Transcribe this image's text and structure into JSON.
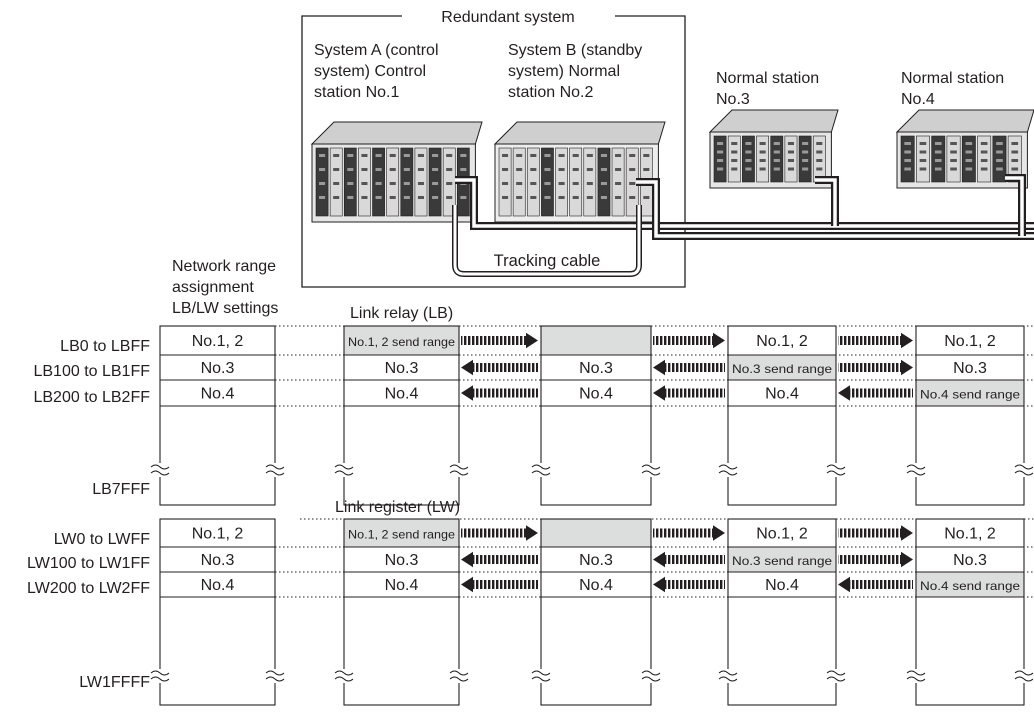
{
  "redundant_label": "Redundant system",
  "stations": [
    {
      "lines": [
        "System A (control",
        "system) Control",
        "station No.1"
      ]
    },
    {
      "lines": [
        "System B (standby",
        "system) Normal",
        "station No.2"
      ]
    },
    {
      "lines": [
        "Normal station",
        "No.3"
      ]
    },
    {
      "lines": [
        "Normal station",
        "No.4"
      ]
    }
  ],
  "tracking_cable_label": "Tracking cable",
  "assignment_header": [
    "Network range",
    "assignment",
    "LB/LW settings"
  ],
  "link_relay_label": "Link relay (LB)",
  "link_register_label": "Link register (LW)",
  "lb_ranges": [
    "LB0 to LBFF",
    "LB100 to LB1FF",
    "LB200 to LB2FF"
  ],
  "lb_end": "LB7FFF",
  "lw_ranges": [
    "LW0 to LWFF",
    "LW100 to LW1FF",
    "LW200 to LW2FF"
  ],
  "lw_end": "LW1FFFF",
  "assignment_cells": [
    "No.1, 2",
    "No.3",
    "No.4"
  ],
  "station_cells": [
    [
      "No.1, 2 send range",
      "No.3",
      "No.4"
    ],
    [
      "",
      "No.3",
      "No.4"
    ],
    [
      "No.1, 2",
      "No.3 send range",
      "No.4"
    ],
    [
      "No.1, 2",
      "No.3",
      "No.4 send range"
    ]
  ],
  "colors": {
    "line": "#231f20",
    "highlight": "#dcdddd",
    "plc_body": "#e6e6e6",
    "plc_module": "#3a3a3a"
  }
}
